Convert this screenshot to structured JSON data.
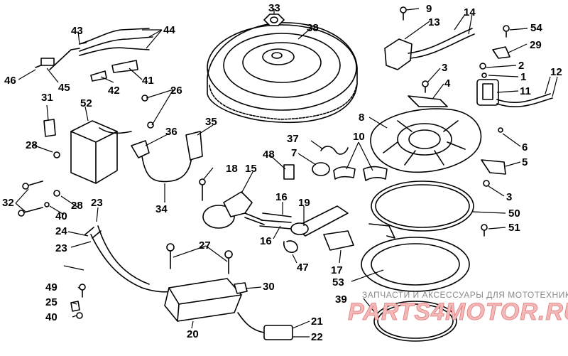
{
  "labels": {
    "l1": "1",
    "l2": "2",
    "l3a": "3",
    "l3b": "3",
    "l4": "4",
    "l5": "5",
    "l6": "6",
    "l7": "7",
    "l8": "8",
    "l9": "9",
    "l10": "10",
    "l11": "11",
    "l12": "12",
    "l13": "13",
    "l14": "14",
    "l15": "15",
    "l16a": "16",
    "l16b": "16",
    "l17": "17",
    "l18": "18",
    "l19": "19",
    "l20": "20",
    "l21": "21",
    "l22": "22",
    "l23a": "23",
    "l23b": "23",
    "l24": "24",
    "l25": "25",
    "l26": "26",
    "l27": "27",
    "l28a": "28",
    "l28b": "28",
    "l29": "29",
    "l30": "30",
    "l31": "31",
    "l32": "32",
    "l33": "33",
    "l34": "34",
    "l35": "35",
    "l36": "36",
    "l37": "37",
    "l38": "38",
    "l39": "39",
    "l40a": "40",
    "l40b": "40",
    "l41": "41",
    "l42": "42",
    "l43": "43",
    "l44": "44",
    "l45": "45",
    "l46": "46",
    "l47": "47",
    "l48": "48",
    "l49": "49",
    "l50": "50",
    "l51": "51",
    "l52": "52",
    "l53": "53",
    "l54": "54"
  },
  "watermark": {
    "caption": "ЗАПЧАСТИ И АКСЕССУАРЫ ДЛЯ МОТОТЕХНИКИ",
    "logo": "PARTS4MOTOR.RU"
  }
}
